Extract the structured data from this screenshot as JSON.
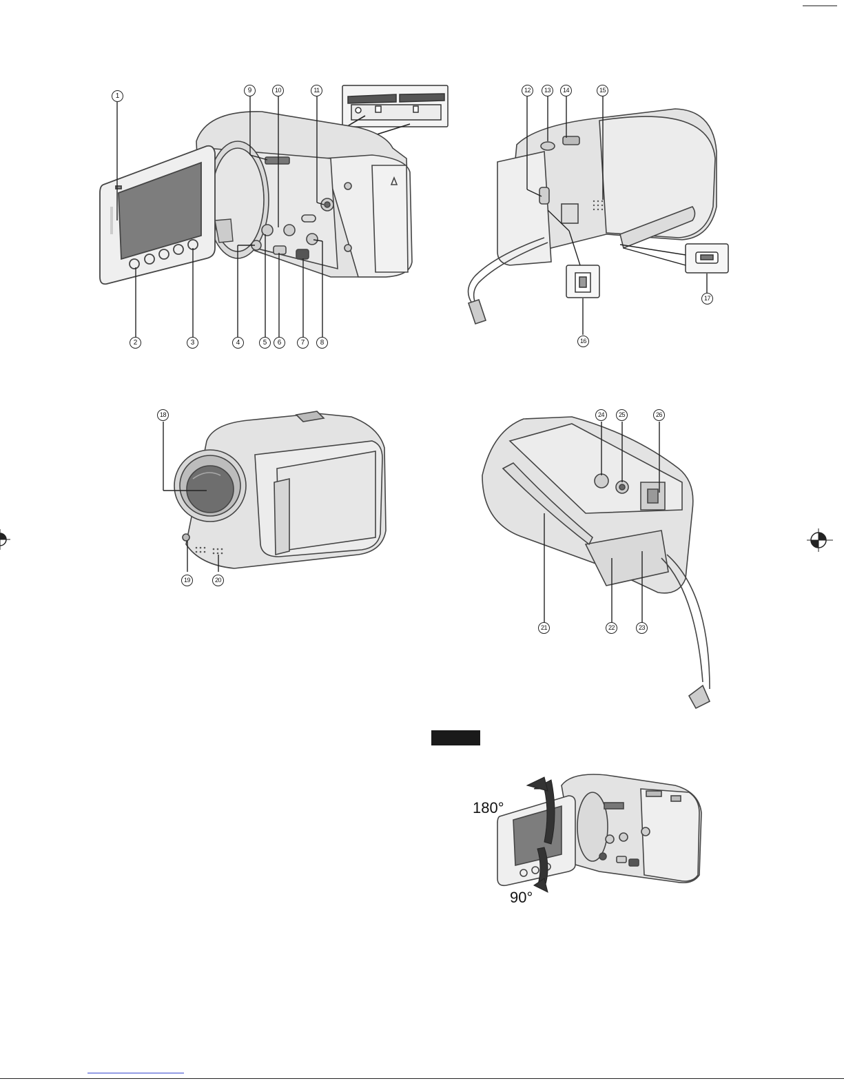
{
  "callouts": {
    "c1": "1",
    "c2": "2",
    "c3": "3",
    "c4": "4",
    "c5": "5",
    "c6": "6",
    "c7": "7",
    "c8": "8",
    "c9": "9",
    "c10": "10",
    "c11": "11",
    "c12": "12",
    "c13": "13",
    "c14": "14",
    "c15": "15",
    "c16": "16",
    "c17": "17",
    "c18": "18",
    "c19": "19",
    "c20": "20",
    "c21": "21",
    "c22": "22",
    "c23": "23",
    "c24": "24",
    "c25": "25",
    "c26": "26"
  },
  "lcd_rotation": {
    "up": "180°",
    "down": "90°"
  },
  "colors": {
    "body": "#e6e6e6",
    "outline": "#4a4a4a",
    "screen": "#7a7a7a",
    "lens": "#6e6e6e",
    "link_line": "#3344cc"
  },
  "icons": [
    "camcorder-illustration",
    "registration-mark",
    "rotation-arrow"
  ]
}
